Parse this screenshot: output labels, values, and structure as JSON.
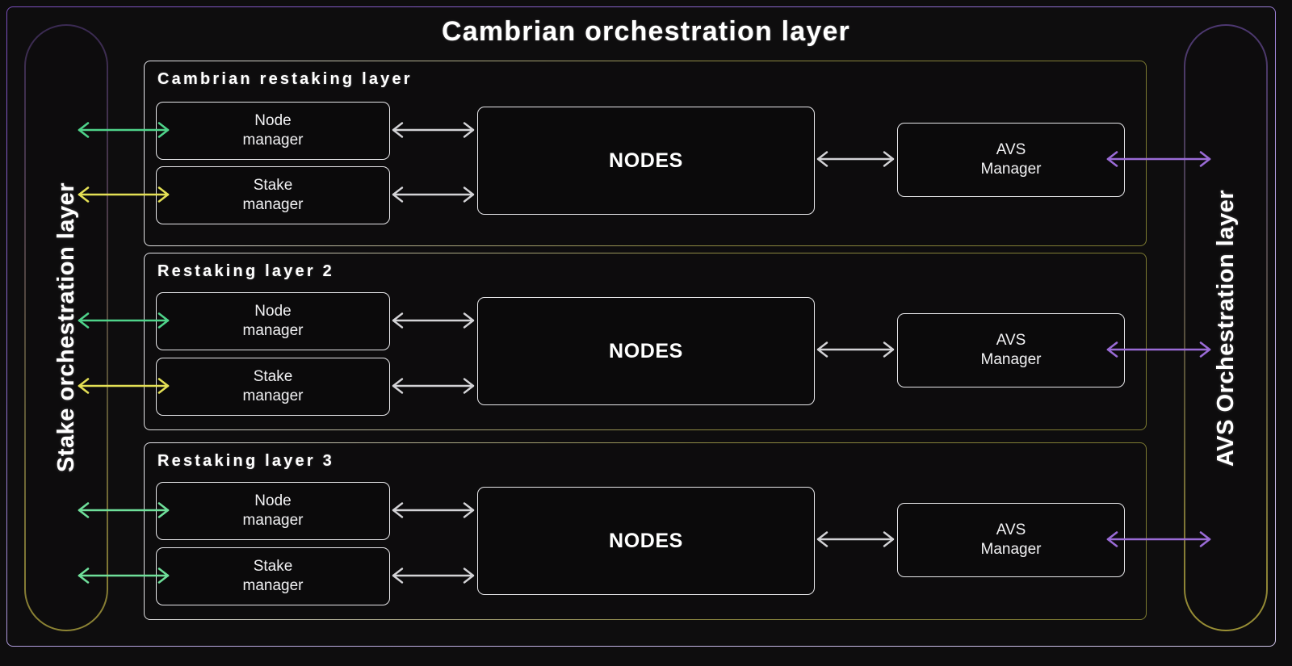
{
  "diagram": {
    "title": "Cambrian orchestration layer",
    "left_pill": {
      "label": "Stake orchestration layer"
    },
    "right_pill": {
      "label": "AVS Orchestration layer"
    },
    "layers": [
      {
        "title": "Cambrian restaking layer",
        "node_manager": "Node\nmanager",
        "node_manager_line1": "Node",
        "node_manager_line2": "manager",
        "stake_manager_line1": "Stake",
        "stake_manager_line2": "manager",
        "nodes": "NODES",
        "avs_manager_line1": "AVS",
        "avs_manager_line2": "Manager",
        "node_arrow_color": "#4fd38a",
        "stake_arrow_color": "#e4e055",
        "avs_arrow_color": "#9a6bd6"
      },
      {
        "title": "Restaking layer 2",
        "node_manager_line1": "Node",
        "node_manager_line2": "manager",
        "stake_manager_line1": "Stake",
        "stake_manager_line2": "manager",
        "nodes": "NODES",
        "avs_manager_line1": "AVS",
        "avs_manager_line2": "Manager",
        "node_arrow_color": "#4fd38a",
        "stake_arrow_color": "#e4e055",
        "avs_arrow_color": "#9a6bd6"
      },
      {
        "title": "Restaking layer 3",
        "node_manager_line1": "Node",
        "node_manager_line2": "manager",
        "stake_manager_line1": "Stake",
        "stake_manager_line2": "manager",
        "nodes": "NODES",
        "avs_manager_line1": "AVS",
        "avs_manager_line2": "Manager",
        "node_arrow_color": "#6fdf9a",
        "stake_arrow_color": "#6fdf9a",
        "avs_arrow_color": "#9a6bd6"
      }
    ],
    "colors": {
      "background": "#0e0d0e",
      "box_border": "#e7e7ea",
      "outer_frame_gradient_start": "#7b4fbe",
      "outer_frame_gradient_end": "#cfc4e8",
      "layer_border_gradient_start": "#e8e8ee",
      "layer_border_gradient_end": "#7c7a30",
      "pill_gradient_start": "#3a2a52",
      "pill_gradient_end": "#8d8434",
      "arrow_white": "#d3d3d6",
      "arrow_green": "#4fd38a",
      "arrow_yellow": "#e4e055",
      "arrow_purple": "#9a6bd6"
    }
  }
}
